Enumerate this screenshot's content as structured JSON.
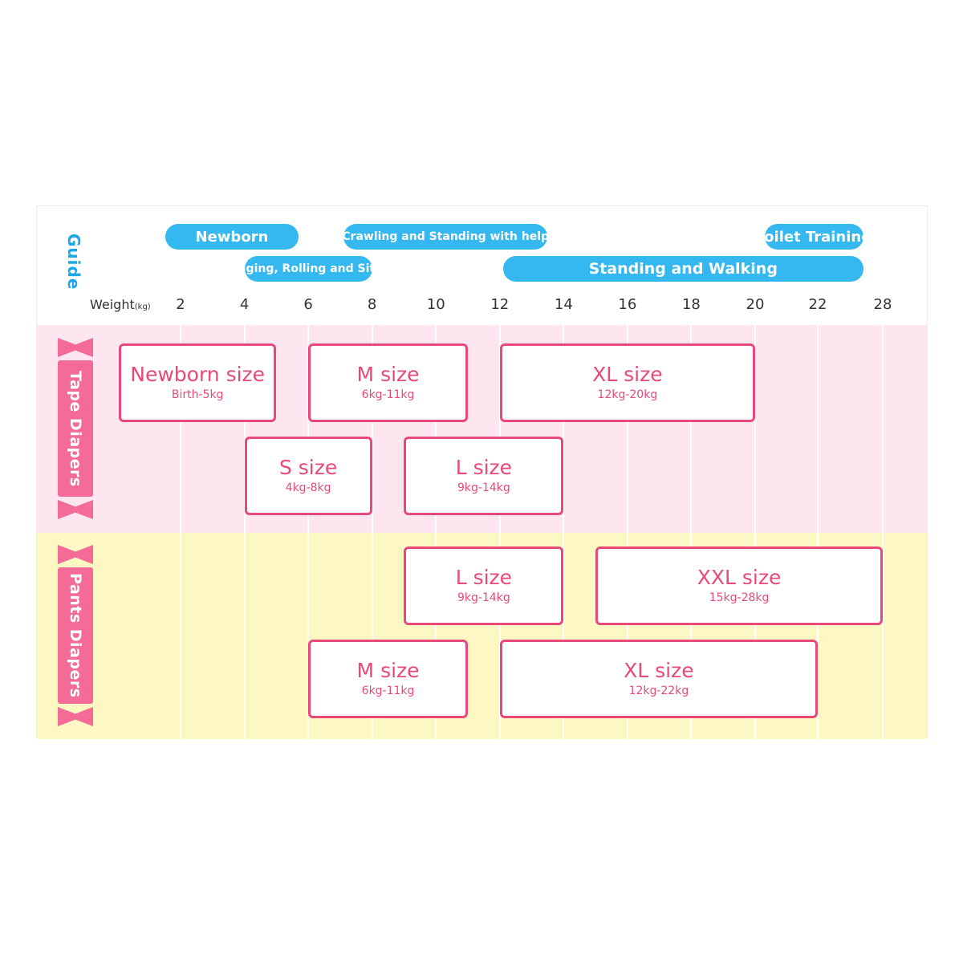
{
  "guide": {
    "title": "Guide",
    "stages": [
      {
        "label": "Newborn",
        "from_kg": 1.5,
        "to_kg": 5.7
      },
      {
        "label": "Crawling and Standing with help",
        "from_kg": 7.1,
        "to_kg": 13.5
      },
      {
        "label": "Toilet Training",
        "from_kg": 20.3,
        "to_kg": 26.2
      },
      {
        "label": "Wrigging, Rolling and Sitting",
        "from_kg": 4.0,
        "to_kg": 8.0
      },
      {
        "label": "Standing and Walking",
        "from_kg": 12.1,
        "to_kg": 26.2
      }
    ]
  },
  "axis": {
    "label": "Weight",
    "unit": "(kg)",
    "ticks": [
      "2",
      "4",
      "6",
      "8",
      "10",
      "12",
      "14",
      "16",
      "18",
      "20",
      "22",
      "28"
    ]
  },
  "colors": {
    "guide_blue": "#35b8ef",
    "tape_band": "#fde6f0",
    "pants_band": "#fdf7c4",
    "size_pink": "#e8487a"
  },
  "tape": {
    "title": "Tape Diapers",
    "sizes": [
      {
        "name": "Newborn size",
        "range": "Birth-5kg",
        "from_kg": 0,
        "to_kg": 5,
        "row": 1
      },
      {
        "name": "M size",
        "range": "6kg-11kg",
        "from_kg": 6,
        "to_kg": 11,
        "row": 1
      },
      {
        "name": "XL size",
        "range": "12kg-20kg",
        "from_kg": 12,
        "to_kg": 20,
        "row": 1
      },
      {
        "name": "S size",
        "range": "4kg-8kg",
        "from_kg": 4,
        "to_kg": 8,
        "row": 2
      },
      {
        "name": "L size",
        "range": "9kg-14kg",
        "from_kg": 9,
        "to_kg": 14,
        "row": 2
      }
    ]
  },
  "pants": {
    "title": "Pants Diapers",
    "sizes": [
      {
        "name": "L size",
        "range": "9kg-14kg",
        "from_kg": 9,
        "to_kg": 14,
        "row": 1
      },
      {
        "name": "XXL size",
        "range": "15kg-28kg",
        "from_kg": 15,
        "to_kg": 28,
        "row": 1
      },
      {
        "name": "M size",
        "range": "6kg-11kg",
        "from_kg": 6,
        "to_kg": 11,
        "row": 2
      },
      {
        "name": "XL size",
        "range": "12kg-22kg",
        "from_kg": 12,
        "to_kg": 22,
        "row": 2
      }
    ]
  }
}
